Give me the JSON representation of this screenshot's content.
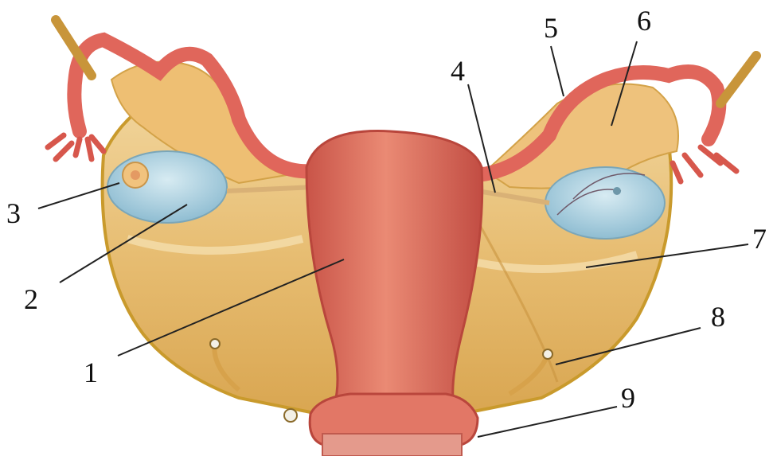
{
  "labels": [
    {
      "id": "1",
      "text": "1"
    },
    {
      "id": "2",
      "text": "2"
    },
    {
      "id": "3",
      "text": "3"
    },
    {
      "id": "4",
      "text": "4"
    },
    {
      "id": "5",
      "text": "5"
    },
    {
      "id": "6",
      "text": "6"
    },
    {
      "id": "7",
      "text": "7"
    },
    {
      "id": "8",
      "text": "8"
    },
    {
      "id": "9",
      "text": "9"
    }
  ],
  "colors": {
    "uterus": "#e0705e",
    "uterus_dark": "#c9544a",
    "tube": "#e2665c",
    "ligament": "#e9c27a",
    "ligament_light": "#f3dba4",
    "ovary": "#a9cfe0",
    "border": "#c99a2c",
    "background": "#ffffff"
  }
}
